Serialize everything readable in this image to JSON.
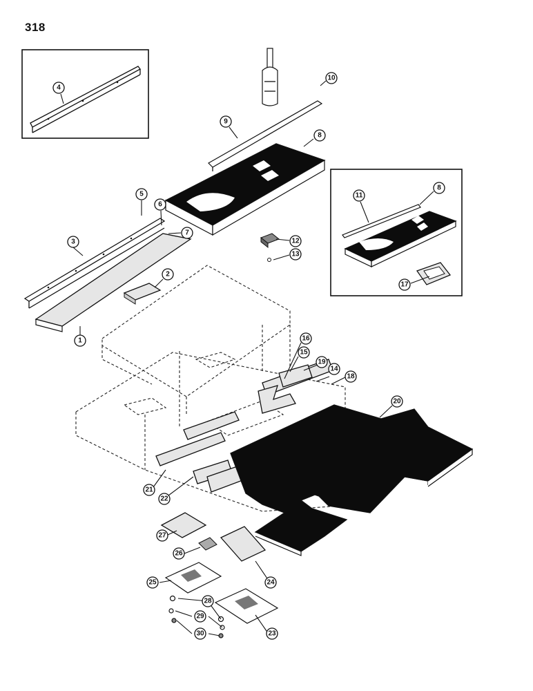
{
  "page_number": "318",
  "callouts": [
    {
      "id": "c1",
      "label": "1"
    },
    {
      "id": "c2",
      "label": "2"
    },
    {
      "id": "c3",
      "label": "3"
    },
    {
      "id": "c4",
      "label": "4"
    },
    {
      "id": "c5",
      "label": "5"
    },
    {
      "id": "c6",
      "label": "6"
    },
    {
      "id": "c7",
      "label": "7"
    },
    {
      "id": "c8a",
      "label": "8"
    },
    {
      "id": "c8b",
      "label": "8"
    },
    {
      "id": "c9",
      "label": "9"
    },
    {
      "id": "c10",
      "label": "10"
    },
    {
      "id": "c11",
      "label": "11"
    },
    {
      "id": "c12",
      "label": "12"
    },
    {
      "id": "c13",
      "label": "13"
    },
    {
      "id": "c14",
      "label": "14"
    },
    {
      "id": "c15",
      "label": "15"
    },
    {
      "id": "c16",
      "label": "16"
    },
    {
      "id": "c17",
      "label": "17"
    },
    {
      "id": "c18",
      "label": "18"
    },
    {
      "id": "c19",
      "label": "19"
    },
    {
      "id": "c20",
      "label": "20"
    },
    {
      "id": "c21",
      "label": "21"
    },
    {
      "id": "c22",
      "label": "22"
    },
    {
      "id": "c23",
      "label": "23"
    },
    {
      "id": "c24",
      "label": "24"
    },
    {
      "id": "c25",
      "label": "25"
    },
    {
      "id": "c26",
      "label": "26"
    },
    {
      "id": "c27",
      "label": "27"
    },
    {
      "id": "c28",
      "label": "28"
    },
    {
      "id": "c29",
      "label": "29"
    },
    {
      "id": "c30",
      "label": "30"
    }
  ]
}
